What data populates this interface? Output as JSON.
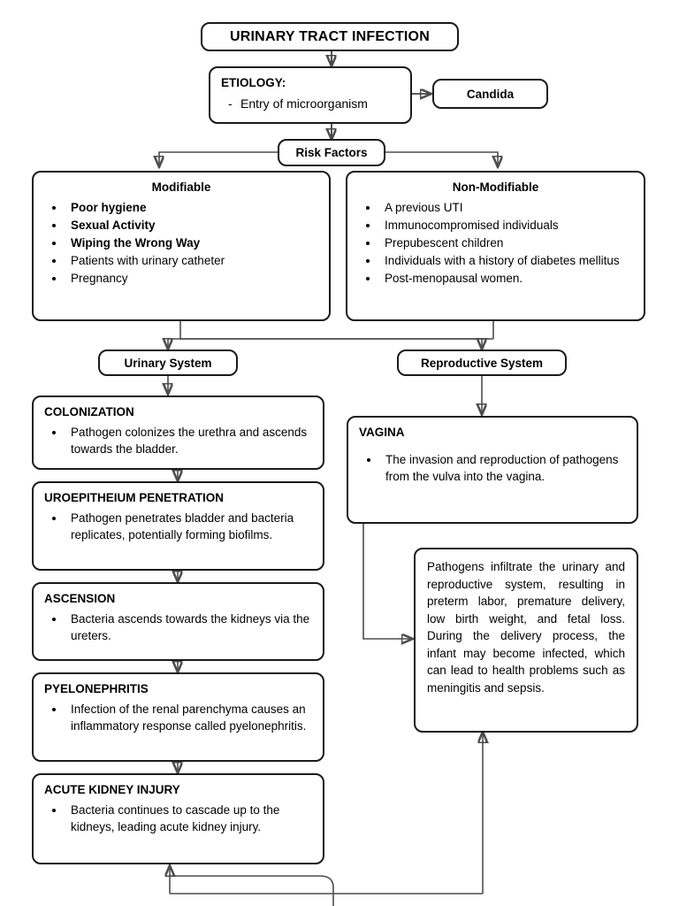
{
  "diagram": {
    "title": "Urinary Tract Infection pathophysiology flowchart",
    "line_color": "#4d4d4d",
    "border_color": "#1a1a1a",
    "background": "#ffffff"
  },
  "nodes": {
    "root": {
      "label": "URINARY TRACT INFECTION"
    },
    "etiology": {
      "header": "ETIOLOGY:",
      "items": [
        "Entry of microorganism"
      ]
    },
    "candida": {
      "label": "Candida"
    },
    "risk_factors": {
      "label": "Risk Factors"
    },
    "modifiable": {
      "header": "Modifiable",
      "items": [
        {
          "text": "Poor hygiene",
          "bold": true
        },
        {
          "text": "Sexual Activity",
          "bold": true
        },
        {
          "text": "Wiping the Wrong Way",
          "bold": true
        },
        {
          "text": "Patients with urinary catheter",
          "bold": false
        },
        {
          "text": "Pregnancy",
          "bold": false
        }
      ]
    },
    "non_modifiable": {
      "header": "Non-Modifiable",
      "items": [
        {
          "text": "A previous UTI",
          "bold": false
        },
        {
          "text": "Immunocompromised individuals",
          "bold": false
        },
        {
          "text": "Prepubescent children",
          "bold": false
        },
        {
          "text": "Individuals with a history of diabetes mellitus",
          "bold": false
        },
        {
          "text": "Post-menopausal women.",
          "bold": false
        }
      ]
    },
    "urinary_system": {
      "label": "Urinary System"
    },
    "reproductive_system": {
      "label": "Reproductive System"
    },
    "colonization": {
      "header": "COLONIZATION",
      "items": [
        "Pathogen colonizes the urethra and ascends towards the bladder."
      ]
    },
    "uroepitheium_penetration": {
      "header": "UROEPITHEIUM PENETRATION",
      "items": [
        "Pathogen penetrates bladder and bacteria replicates, potentially forming biofilms."
      ]
    },
    "ascension": {
      "header": "ASCENSION",
      "items": [
        "Bacteria ascends towards the kidneys via the ureters."
      ]
    },
    "pyelonephritis": {
      "header": "PYELONEPHRITIS",
      "items": [
        "Infection of the renal parenchyma causes an inflammatory response called pyelonephritis."
      ]
    },
    "acute_kidney_injury": {
      "header": "ACUTE KIDNEY INJURY",
      "items": [
        "Bacteria continues to cascade up to the kidneys, leading acute kidney injury."
      ]
    },
    "vagina": {
      "header": "VAGINA",
      "items": [
        "The invasion and reproduction of pathogens from the vulva into the vagina."
      ]
    },
    "outcome": {
      "text": "Pathogens infiltrate the urinary and reproductive system, resulting in preterm labor, premature delivery, low birth weight, and fetal loss. During the delivery process, the infant may become infected, which can lead to health problems such as meningitis and sepsis."
    }
  }
}
